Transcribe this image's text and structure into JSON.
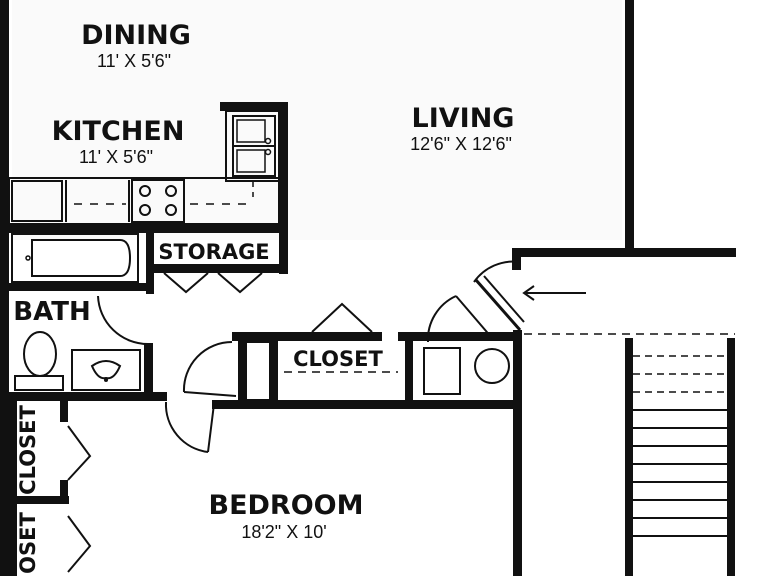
{
  "colors": {
    "wall": "#111111",
    "background": "#ffffff"
  },
  "rooms": {
    "dining": {
      "name": "DINING",
      "dims": "11' X 5'6\""
    },
    "kitchen": {
      "name": "KITCHEN",
      "dims": "11' X 5'6\""
    },
    "living": {
      "name": "LIVING",
      "dims": "12'6\" X 12'6\""
    },
    "storage": {
      "name": "STORAGE"
    },
    "bath": {
      "name": "BATH"
    },
    "closet_center": {
      "name": "CLOSET"
    },
    "closet_left_upper": {
      "name": "CLOSET"
    },
    "closet_left_lower": {
      "name": "OSET"
    },
    "bedroom": {
      "name": "BEDROOM",
      "dims": "18'2\" X 10'"
    }
  },
  "icons": {
    "entry_arrow": "left-arrow-icon",
    "range": "stove-icon",
    "sink": "double-sink-icon",
    "tub": "bathtub-icon",
    "toilet": "toilet-icon",
    "vanity": "vanity-sink-icon",
    "washer": "washer-icon",
    "dryer": "dryer-icon",
    "stairs": "staircase-icon"
  }
}
